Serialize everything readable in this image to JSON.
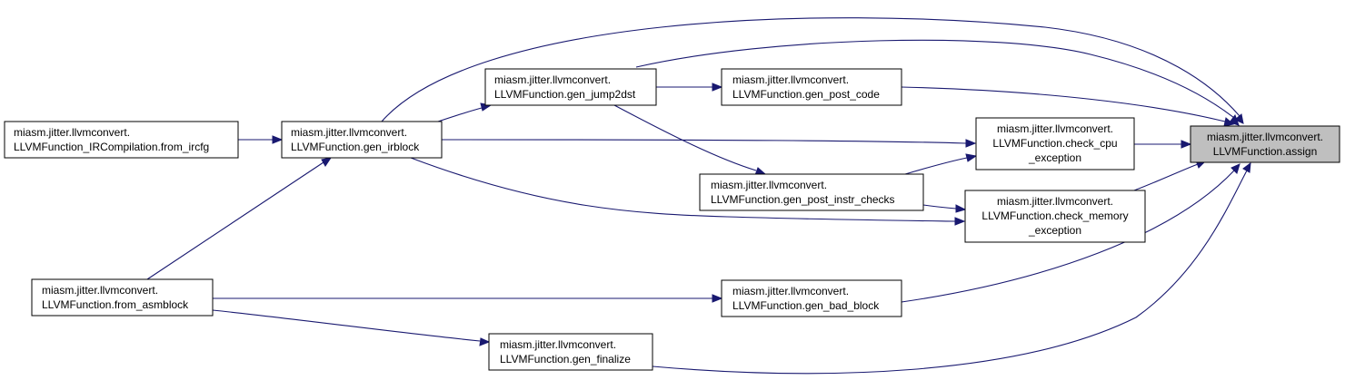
{
  "graph": {
    "colors": {
      "edge": "#191970",
      "node_border": "#000000",
      "node_fill": "#ffffff",
      "focus_fill": "#bfbfbf"
    },
    "nodes": {
      "assign": {
        "line1": "miasm.jitter.llvmconvert.",
        "line2": "LLVMFunction.assign"
      },
      "from_ircfg": {
        "line1": "miasm.jitter.llvmconvert.",
        "line2": "LLVMFunction_IRCompilation.from_ircfg"
      },
      "gen_irblock": {
        "line1": "miasm.jitter.llvmconvert.",
        "line2": "LLVMFunction.gen_irblock"
      },
      "gen_jump2dst": {
        "line1": "miasm.jitter.llvmconvert.",
        "line2": "LLVMFunction.gen_jump2dst"
      },
      "gen_post_code": {
        "line1": "miasm.jitter.llvmconvert.",
        "line2": "LLVMFunction.gen_post_code"
      },
      "check_cpu_exception": {
        "line1": "miasm.jitter.llvmconvert.",
        "line2": "LLVMFunction.check_cpu",
        "line3": "_exception"
      },
      "gen_post_instr_checks": {
        "line1": "miasm.jitter.llvmconvert.",
        "line2": "LLVMFunction.gen_post_instr_checks"
      },
      "check_memory_exception": {
        "line1": "miasm.jitter.llvmconvert.",
        "line2": "LLVMFunction.check_memory",
        "line3": "_exception"
      },
      "from_asmblock": {
        "line1": "miasm.jitter.llvmconvert.",
        "line2": "LLVMFunction.from_asmblock"
      },
      "gen_bad_block": {
        "line1": "miasm.jitter.llvmconvert.",
        "line2": "LLVMFunction.gen_bad_block"
      },
      "gen_finalize": {
        "line1": "miasm.jitter.llvmconvert.",
        "line2": "LLVMFunction.gen_finalize"
      }
    }
  }
}
